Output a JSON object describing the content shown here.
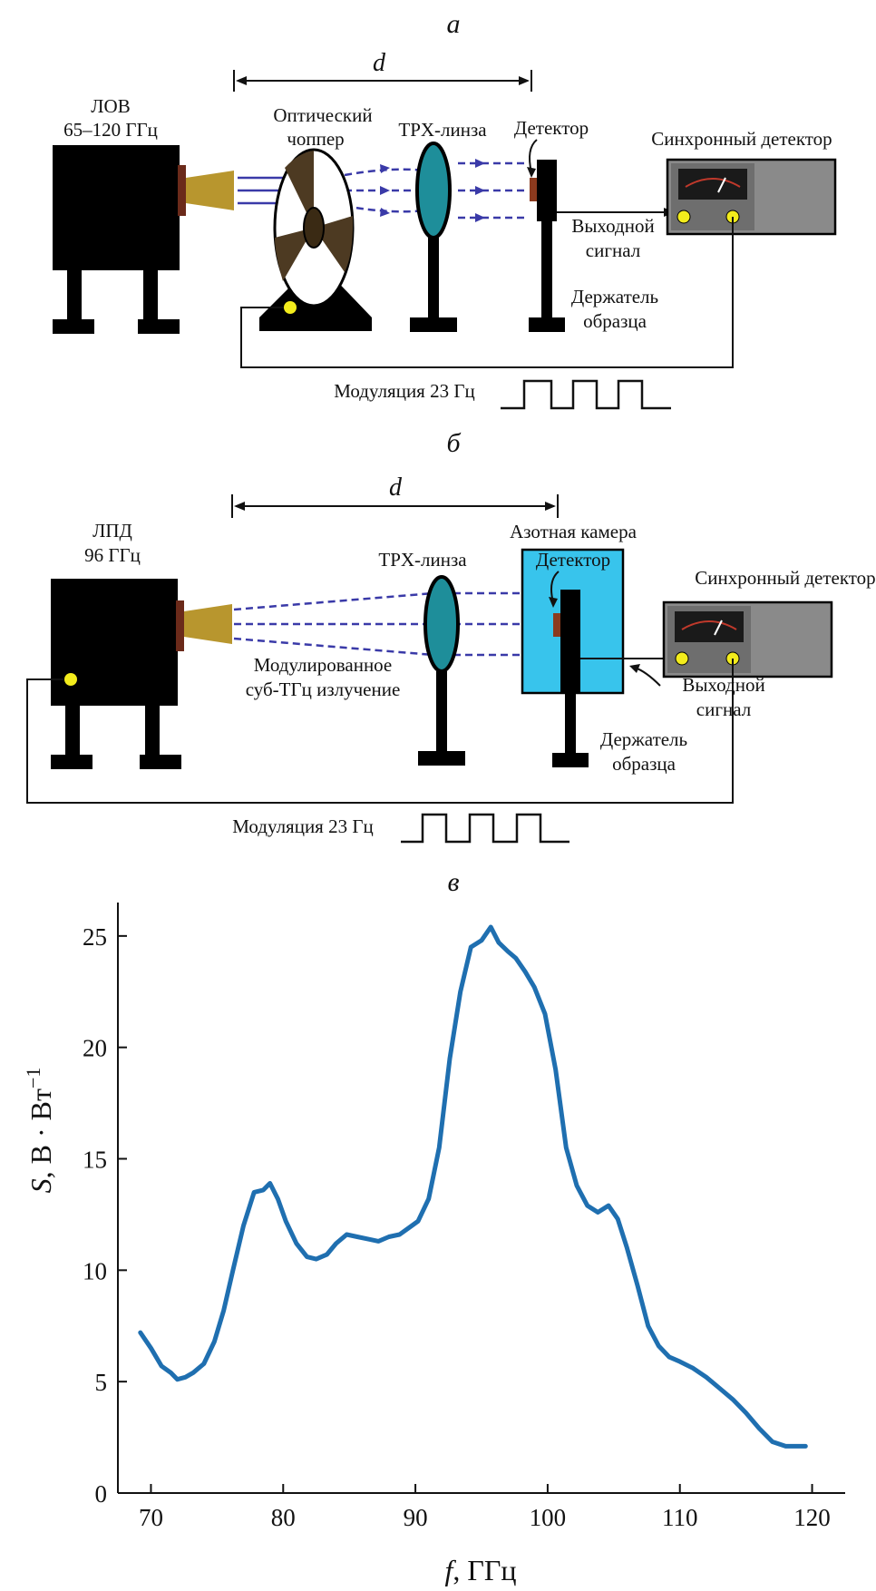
{
  "panels": {
    "a": {
      "letter": "а",
      "distance_label": "d",
      "source_name": "ЛОВ",
      "source_band": "65–120 ГГц",
      "chopper_line1": "Оптический",
      "chopper_line2": "чоппер",
      "lens": "TPX-линза",
      "detector": "Детектор",
      "lockin": "Синхронный детектор",
      "output_line1": "Выходной",
      "output_line2": "сигнал",
      "holder_line1": "Держатель",
      "holder_line2": "образца",
      "modulation": "Модуляция 23 Гц"
    },
    "b": {
      "letter": "б",
      "distance_label": "d",
      "source_name": "ЛПД",
      "source_band": "96 ГГц",
      "chamber": "Азотная камера",
      "detector": "Детектор",
      "lens": "TPX-линза",
      "lockin": "Синхронный детектор",
      "radiation_line1": "Модулированное",
      "radiation_line2": "суб-ТГц излучение",
      "output_line1": "Выходной",
      "output_line2": "сигнал",
      "holder_line1": "Держатель",
      "holder_line2": "образца",
      "modulation": "Модуляция 23 Гц"
    },
    "c": {
      "letter": "в"
    }
  },
  "colors": {
    "beam": "#3a3aa8",
    "lens": "#1e8e9a",
    "horn": "#b8962e",
    "chamber": "#38c4ec",
    "led": "#f3ec1c",
    "curve": "#1f6fb0",
    "lockin_face": "#8a8a8a"
  },
  "chart_data": {
    "type": "line",
    "title": "в",
    "xlabel_symbol": "f",
    "xlabel_unit": ", ГГц",
    "ylabel_symbol": "S",
    "ylabel_unit": ", В · Вт",
    "ylabel_exponent": "−1",
    "xlim": [
      67.5,
      122.5
    ],
    "ylim": [
      0,
      26.5
    ],
    "xticks": [
      70,
      80,
      90,
      100,
      110,
      120
    ],
    "yticks": [
      0,
      5,
      10,
      15,
      20,
      25
    ],
    "grid": false,
    "series": [
      {
        "x": [
          69.2,
          70.0,
          70.8,
          71.5,
          72.0,
          72.6,
          73.2,
          74.0,
          74.8,
          75.5,
          76.2,
          77.0,
          77.8,
          78.5,
          79.0,
          79.6,
          80.2,
          81.0,
          81.8,
          82.5,
          83.3,
          84.0,
          84.8,
          85.6,
          86.4,
          87.2,
          88.0,
          88.8,
          89.5,
          90.2,
          91.0,
          91.8,
          92.6,
          93.4,
          94.2,
          95.0,
          95.7,
          96.3,
          97.0,
          97.6,
          98.3,
          99.0,
          99.8,
          100.6,
          101.4,
          102.2,
          103.0,
          103.8,
          104.6,
          105.3,
          106.0,
          106.8,
          107.6,
          108.4,
          109.2,
          110.0,
          111.0,
          112.0,
          113.0,
          114.0,
          115.0,
          116.0,
          117.0,
          118.0,
          119.5
        ],
        "y": [
          7.2,
          6.5,
          5.7,
          5.4,
          5.1,
          5.2,
          5.4,
          5.8,
          6.8,
          8.2,
          10.0,
          12.0,
          13.5,
          13.6,
          13.9,
          13.2,
          12.2,
          11.2,
          10.6,
          10.5,
          10.7,
          11.2,
          11.6,
          11.5,
          11.4,
          11.3,
          11.5,
          11.6,
          11.9,
          12.2,
          13.2,
          15.5,
          19.5,
          22.5,
          24.5,
          24.8,
          25.4,
          24.7,
          24.3,
          24.0,
          23.4,
          22.7,
          21.5,
          19.0,
          15.5,
          13.8,
          12.9,
          12.6,
          12.9,
          12.3,
          11.0,
          9.3,
          7.5,
          6.6,
          6.1,
          5.9,
          5.6,
          5.2,
          4.7,
          4.2,
          3.6,
          2.9,
          2.3,
          2.1,
          2.1
        ]
      }
    ]
  }
}
